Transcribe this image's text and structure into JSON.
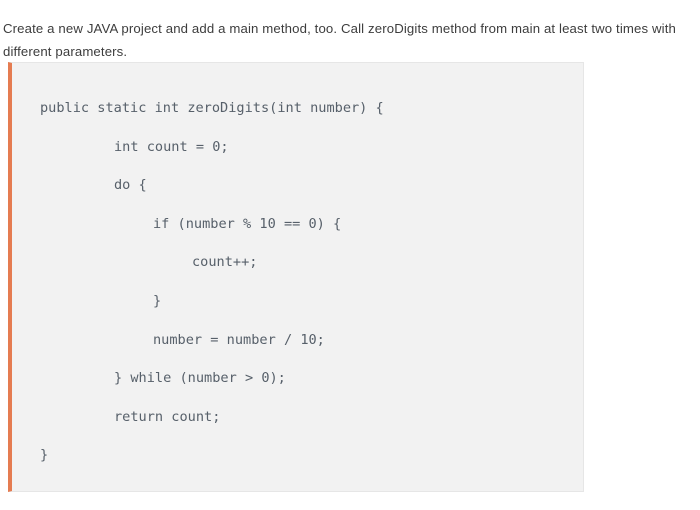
{
  "prompt": {
    "text": "Create a new JAVA project and add a main method, too. Call zeroDigits method from main at least two times with different parameters."
  },
  "code_block": {
    "language": "java",
    "accent_color": "#e57c51",
    "background_color": "#f2f2f2",
    "border_color": "#e6e6e6",
    "text_color": "#57606a",
    "lines": [
      {
        "indent": 0,
        "text": "public static int zeroDigits(int number) {"
      },
      {
        "indent": 1,
        "text": "int count = 0;"
      },
      {
        "indent": 1,
        "text": "do {"
      },
      {
        "indent": 2,
        "text": "if (number % 10 == 0) {"
      },
      {
        "indent": 3,
        "text": "count++;"
      },
      {
        "indent": 2,
        "text": "}"
      },
      {
        "indent": 2,
        "text": "number = number / 10;"
      },
      {
        "indent": 1,
        "text": "} while (number > 0);"
      },
      {
        "indent": 1,
        "text": "return count;"
      },
      {
        "indent": 0,
        "text": "}"
      }
    ]
  }
}
